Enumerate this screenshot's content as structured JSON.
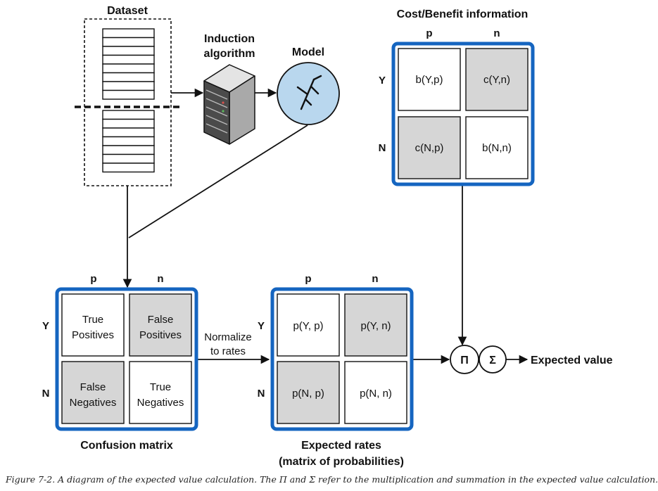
{
  "colors": {
    "matrix_border": "#1565c0",
    "cell_shaded": "#d6d6d6",
    "cell_plain": "#ffffff",
    "model_fill": "#b9d7ee",
    "line": "#111111"
  },
  "dataset": {
    "label": "Dataset"
  },
  "induction": {
    "line1": "Induction",
    "line2": "algorithm"
  },
  "model": {
    "label": "Model"
  },
  "cost_benefit": {
    "title": "Cost/Benefit information",
    "col_p": "p",
    "col_n": "n",
    "row_y": "Y",
    "row_n": "N",
    "cells": {
      "yp": "b(Y,p)",
      "yn": "c(Y,n)",
      "np": "c(N,p)",
      "nn": "b(N,n)"
    }
  },
  "confusion": {
    "title": "Confusion matrix",
    "col_p": "p",
    "col_n": "n",
    "row_y": "Y",
    "row_n": "N",
    "cells": {
      "yp": [
        "True",
        "Positives"
      ],
      "yn": [
        "False",
        "Positives"
      ],
      "np": [
        "False",
        "Negatives"
      ],
      "nn": [
        "True",
        "Negatives"
      ]
    }
  },
  "normalize": {
    "line1": "Normalize",
    "line2": "to rates"
  },
  "expected_rates": {
    "title1": "Expected rates",
    "title2": "(matrix of probabilities)",
    "col_p": "p",
    "col_n": "n",
    "row_y": "Y",
    "row_n": "N",
    "cells": {
      "yp": "p(Y, p)",
      "yn": "p(Y, n)",
      "np": "p(N, p)",
      "nn": "p(N, n)"
    }
  },
  "operators": {
    "product": "Π",
    "sum": "Σ"
  },
  "expected_value": {
    "label": "Expected value"
  },
  "caption": "Figure 7-2. A diagram of the expected value calculation. The Π and Σ refer to the multiplication and summation in the expected value calculation."
}
